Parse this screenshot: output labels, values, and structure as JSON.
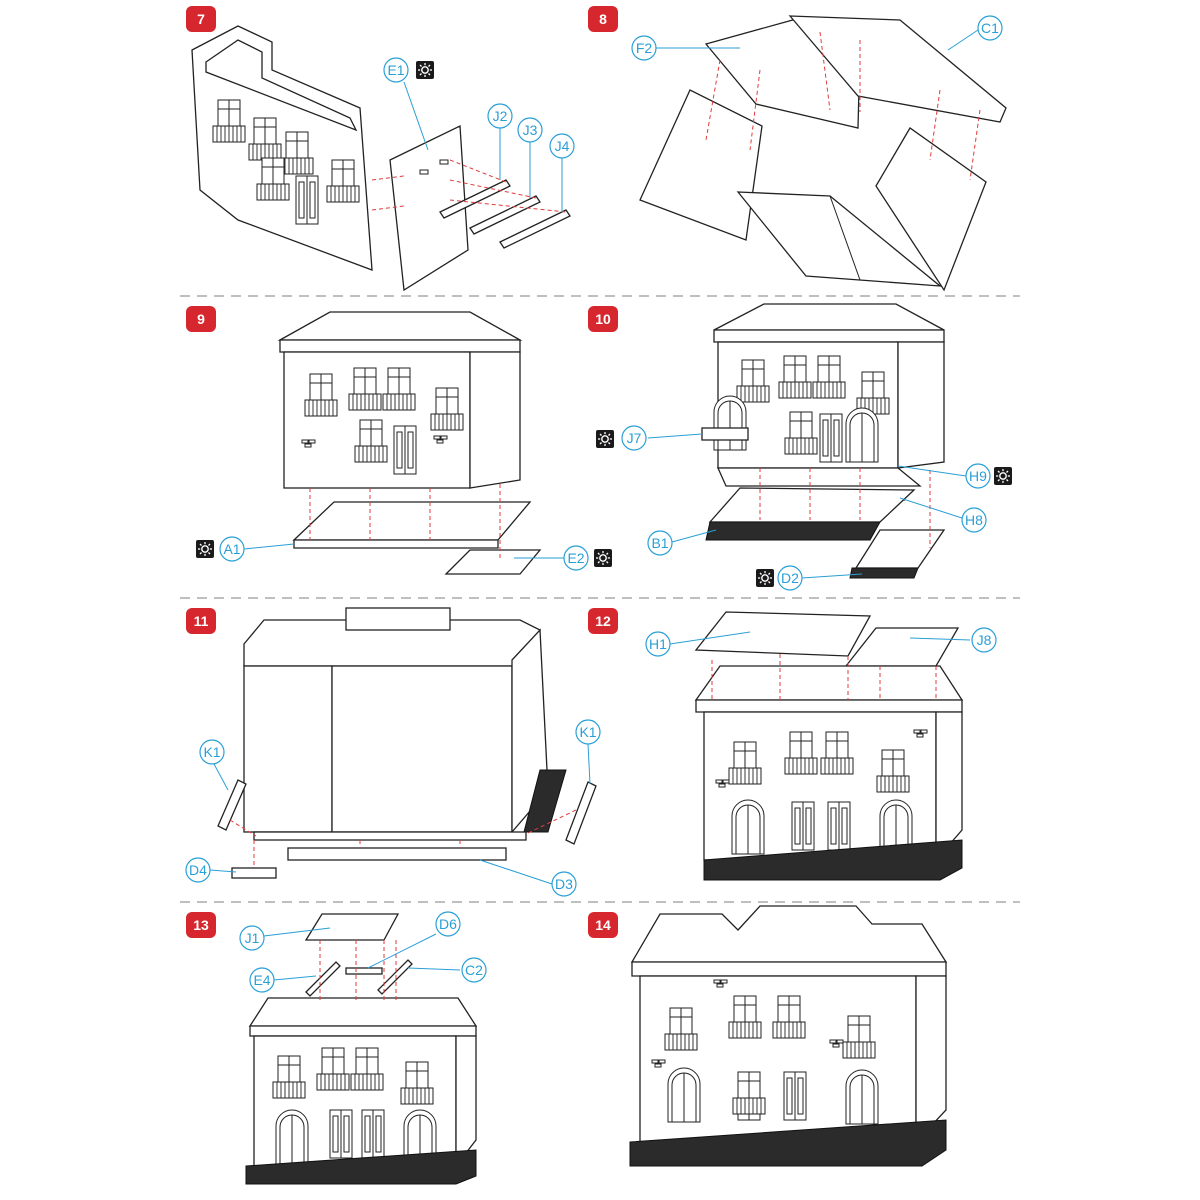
{
  "colors": {
    "badge": "#d6262e",
    "label": "#2a9fd6",
    "guide": "#e23a3a",
    "line": "#222222",
    "glue_icon_bg": "#1a1a1a"
  },
  "icons": {
    "glue": "sun-glue-icon"
  },
  "steps": [
    {
      "number": "7",
      "labels": [
        "E1",
        "J2",
        "J3",
        "J4"
      ]
    },
    {
      "number": "8",
      "labels": [
        "F2",
        "C1"
      ]
    },
    {
      "number": "9",
      "labels": [
        "A1",
        "E2"
      ]
    },
    {
      "number": "10",
      "labels": [
        "J7",
        "H9",
        "H8",
        "B1",
        "D2"
      ]
    },
    {
      "number": "11",
      "labels": [
        "K1",
        "K1",
        "D4",
        "D3"
      ]
    },
    {
      "number": "12",
      "labels": [
        "H1",
        "J8"
      ]
    },
    {
      "number": "13",
      "labels": [
        "J1",
        "D6",
        "E4",
        "C2"
      ]
    },
    {
      "number": "14",
      "labels": []
    }
  ]
}
